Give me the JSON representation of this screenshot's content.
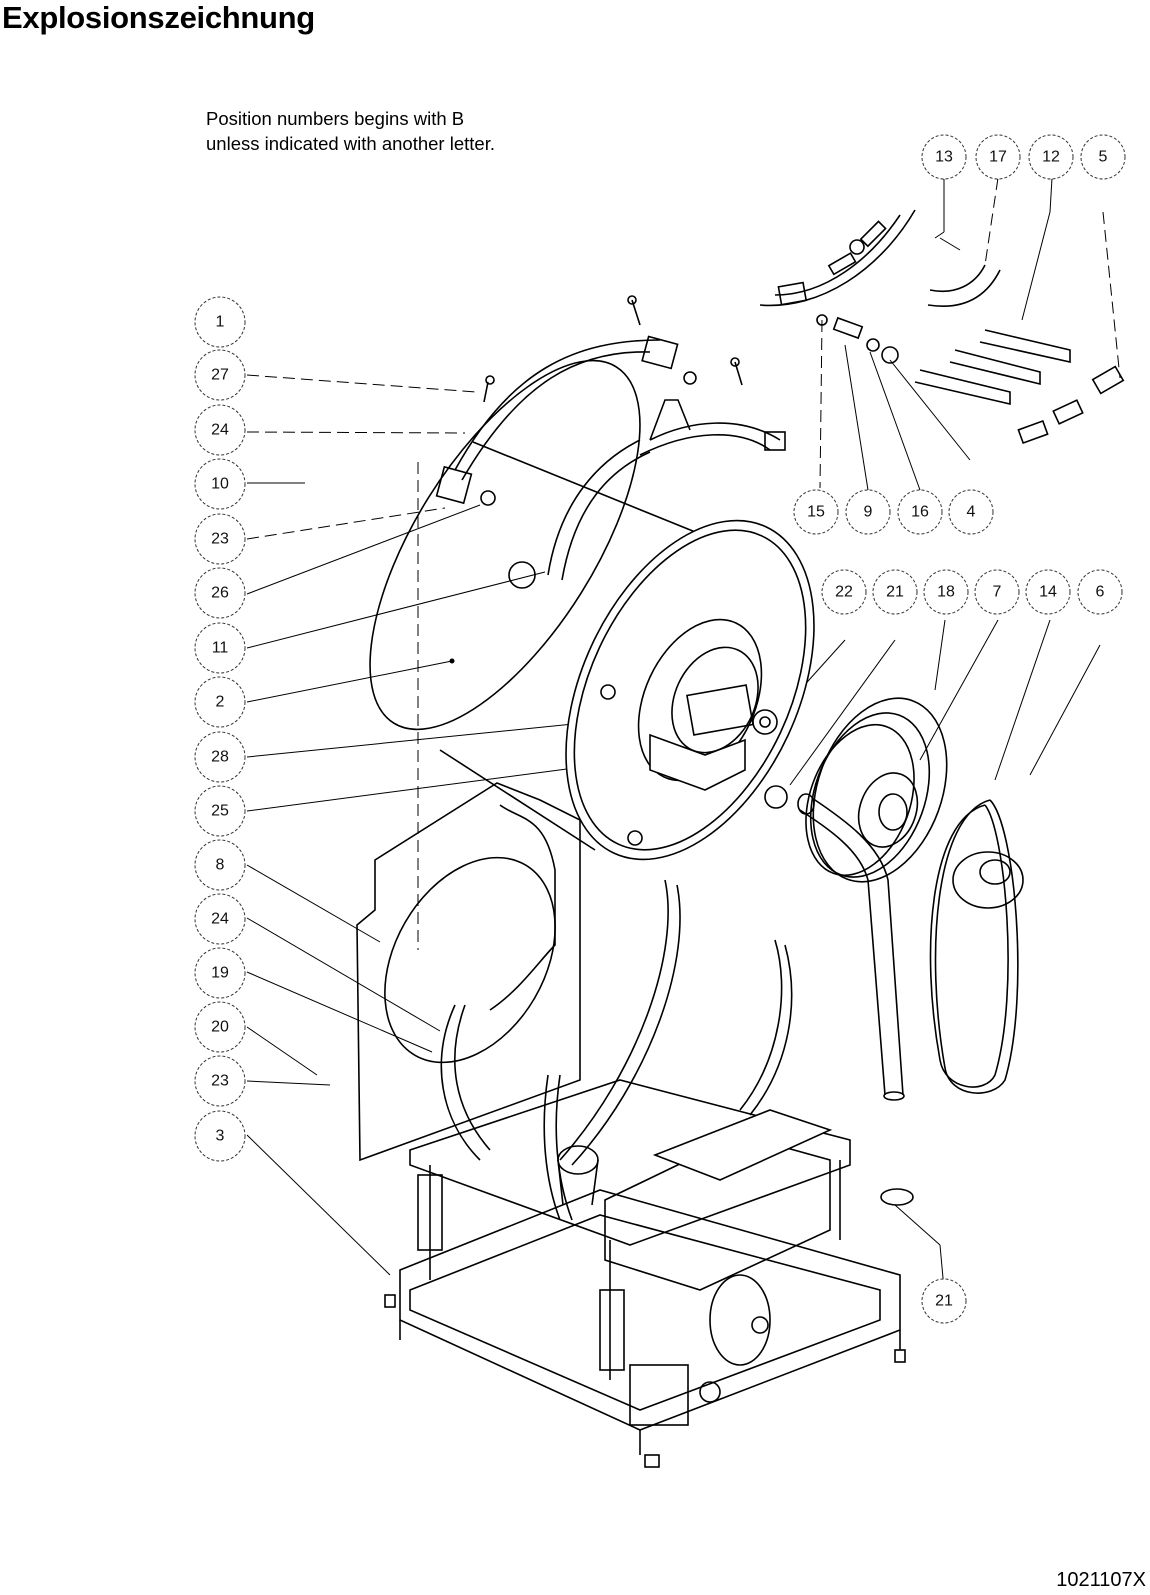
{
  "title": "Explosionszeichnung",
  "note": {
    "line1": "Position numbers begins with B",
    "line2": "unless indicated with another letter."
  },
  "document_number": "1021107X",
  "callouts": {
    "left": [
      "1",
      "27",
      "24",
      "10",
      "23",
      "26",
      "11",
      "2",
      "28",
      "25",
      "8",
      "24",
      "19",
      "20",
      "23",
      "3"
    ],
    "top_right": [
      "13",
      "17",
      "12",
      "5"
    ],
    "middle_right": [
      "15",
      "9",
      "16",
      "4"
    ],
    "pulley_row": [
      "22",
      "21",
      "18",
      "7",
      "14",
      "6"
    ],
    "bottom": [
      "21"
    ]
  }
}
